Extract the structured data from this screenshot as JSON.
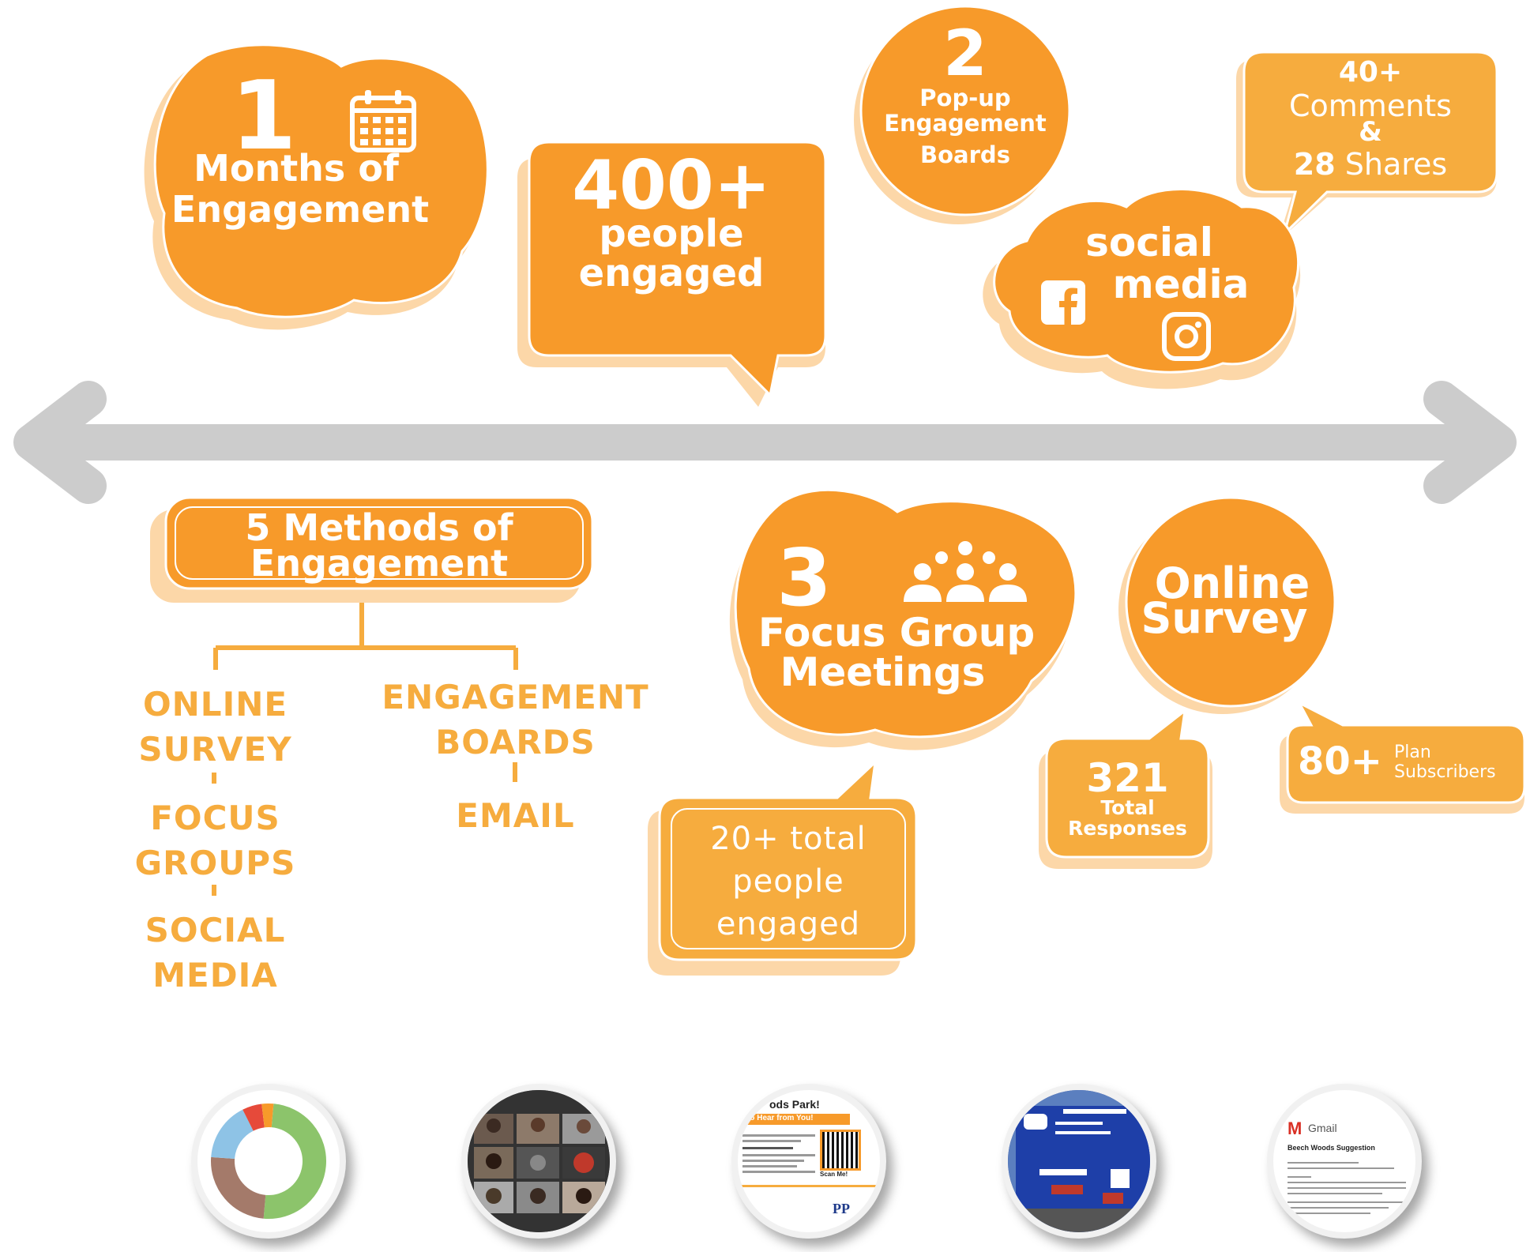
{
  "top": {
    "months": {
      "number": "1",
      "line1": "Months of",
      "line2": "Engagement",
      "icon": "calendar-icon"
    },
    "people": {
      "number": "400+",
      "line1": "people",
      "line2": "engaged"
    },
    "popup": {
      "number": "2",
      "line1": "Pop-up",
      "line2": "Engagement",
      "line3": "Boards"
    },
    "comments": {
      "line1": "40+",
      "line2": "Comments",
      "line3": "&",
      "line4a": "28",
      "line4b": " Shares"
    },
    "social": {
      "line1": "social",
      "line2": "media",
      "icons": [
        "facebook-icon",
        "instagram-icon"
      ]
    }
  },
  "bottom": {
    "methods": {
      "title_line1": "5 Methods of",
      "title_line2": "Engagement",
      "left": [
        "ONLINE",
        "SURVEY",
        "FOCUS",
        "GROUPS",
        "SOCIAL",
        "MEDIA"
      ],
      "right": [
        "ENGAGEMENT",
        "BOARDS",
        "EMAIL"
      ]
    },
    "focus": {
      "number": "3",
      "line1": "Focus Group",
      "line2": "Meetings",
      "icon": "people-group-icon"
    },
    "focus_total": {
      "line1": "20+ total",
      "line2": "people",
      "line3": "engaged"
    },
    "survey": {
      "line1": "Online",
      "line2": "Survey"
    },
    "responses": {
      "number": "321",
      "line1": "Total",
      "line2": "Responses"
    },
    "subscribers": {
      "number": "80+",
      "line1": "Plan",
      "line2": "Subscribers"
    }
  },
  "thumbnails": {
    "gmail_label": "Gmail",
    "gmail_subject": "Beech Woods Suggestion",
    "flyer_title": "ods Park!",
    "flyer_banner": "to Hear from You!",
    "flyer_scan": "Scan Me!",
    "flyer_logo": "PP"
  },
  "colors": {
    "primary": "#f79a2a",
    "shadow": "#fcd7a8",
    "light_orange": "#f6ac3e",
    "arrow": "#cccccc"
  }
}
